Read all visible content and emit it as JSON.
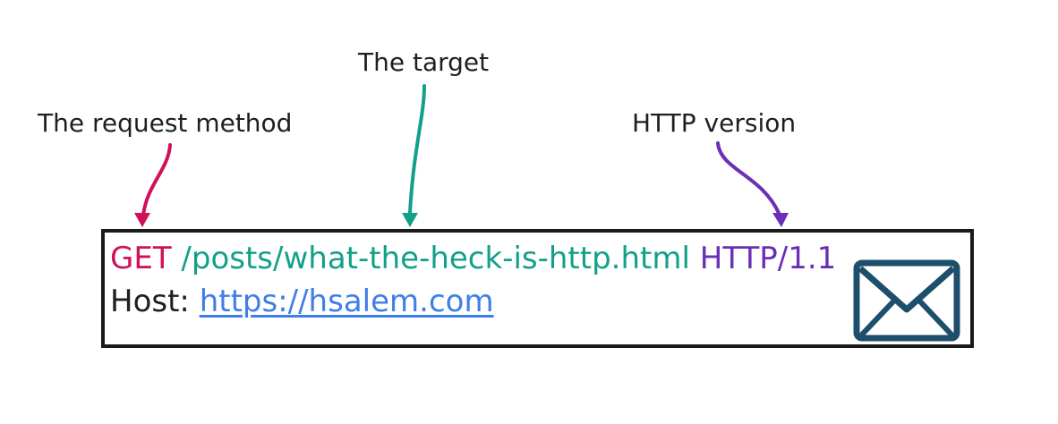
{
  "labels": {
    "method": "The request method",
    "target": "The target",
    "version": "HTTP version"
  },
  "request": {
    "method": "GET",
    "target": "/posts/what-the-heck-is-http.html",
    "version": "HTTP/1.1",
    "header_name": "Host:",
    "host_url": "https://hsalem.com"
  },
  "colors": {
    "method": "#d1105a",
    "target": "#13a08a",
    "version": "#6a2fb6",
    "link": "#3f7ee8",
    "envelope": "#1d4e6b"
  },
  "icons": {
    "message": "envelope-icon"
  }
}
